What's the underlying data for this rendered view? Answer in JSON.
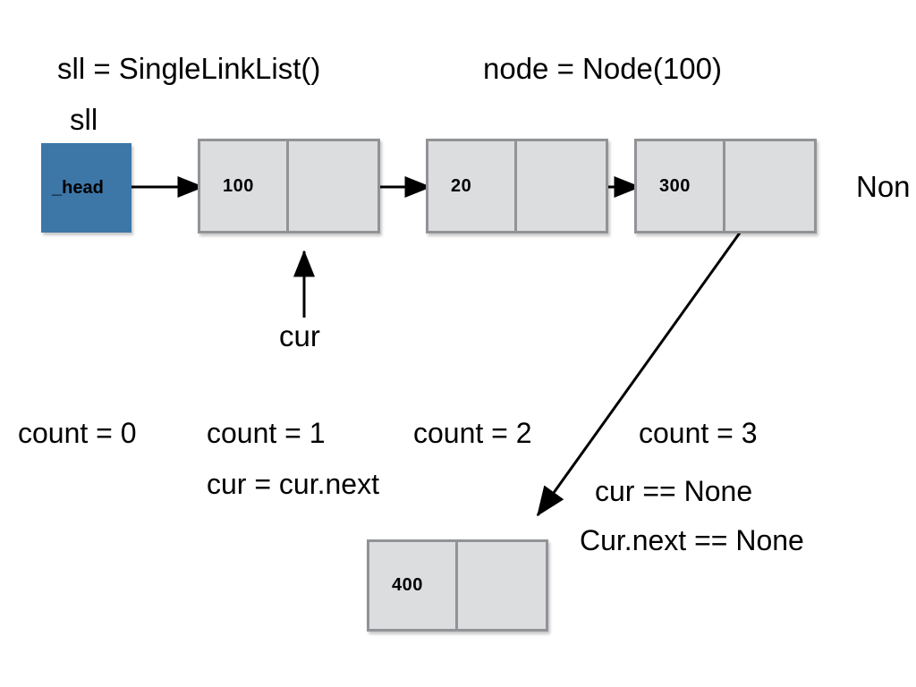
{
  "diagram": {
    "title_labels": [
      {
        "id": "sll-assign",
        "text": "sll = SingleLinkList()"
      },
      {
        "id": "node-assign",
        "text": "node = Node(100)"
      },
      {
        "id": "sll-var",
        "text": "sll"
      }
    ],
    "head_box": {
      "label": "_head",
      "color": "#3d77a8"
    },
    "nodes": [
      {
        "id": "node-100",
        "value": "100"
      },
      {
        "id": "node-20",
        "value": "20"
      },
      {
        "id": "node-300",
        "value": "300"
      },
      {
        "id": "node-400",
        "value": "400"
      }
    ],
    "node_color": "#dcdddf",
    "node_border_color": "#919396",
    "tail_label": "Non",
    "pointer_label": "cur",
    "counts": [
      {
        "id": "count-0",
        "text": "count = 0"
      },
      {
        "id": "count-1",
        "text": "count = 1"
      },
      {
        "id": "count-2",
        "text": "count = 2"
      },
      {
        "id": "count-3",
        "text": "count = 3"
      }
    ],
    "notes": [
      {
        "id": "cur-advance",
        "text": "cur = cur.next"
      },
      {
        "id": "cur-is-none",
        "text": "cur == None"
      },
      {
        "id": "curnext-none",
        "text": "Cur.next == None"
      }
    ]
  }
}
